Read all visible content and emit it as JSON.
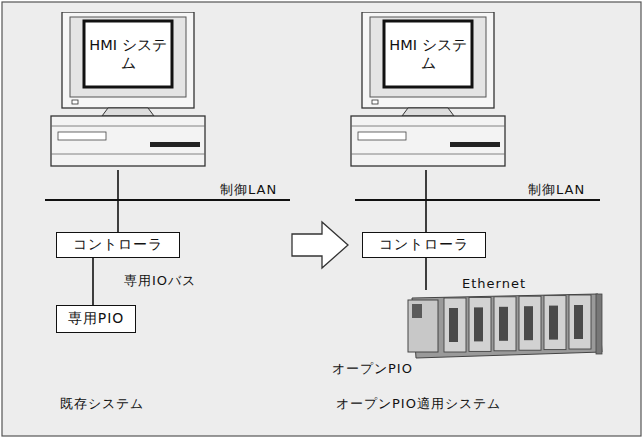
{
  "diagram": {
    "nodes": [
      {
        "text": [
          "HMI システム"
        ]
      },
      {
        "text": [
          "コントローラ"
        ]
      },
      {
        "text": [
          "専用PIO"
        ]
      },
      {
        "text": [
          "HMI システム"
        ]
      },
      {
        "text": [
          "コントローラ"
        ]
      },
      {
        "text": [
          "オープンPIO"
        ]
      }
    ],
    "edges": [
      {
        "from": 0,
        "to": 1,
        "arrow": "none",
        "label": "制御LAN"
      },
      {
        "from": 1,
        "to": 2,
        "arrow": "none",
        "label": "専用IOバス"
      },
      {
        "from": 3,
        "to": 4,
        "arrow": "none",
        "label": "制御LAN"
      },
      {
        "from": 4,
        "to": 5,
        "arrow": "none",
        "label": "Ethernet"
      }
    ],
    "labels": [
      "既存システム",
      "オープンPIO適用システム"
    ]
  }
}
